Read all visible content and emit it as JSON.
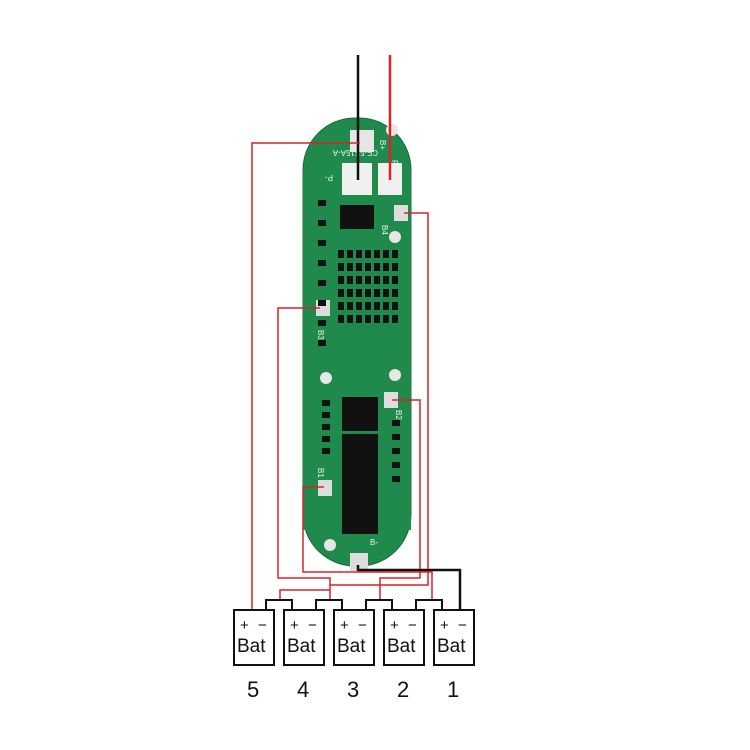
{
  "board": {
    "model": "CF-5S15A-A",
    "pads": {
      "b_plus": "B+",
      "p_minus": "P-",
      "p_plus": "P+",
      "b4": "B4",
      "b3": "B3",
      "b2": "B2",
      "b1": "B1",
      "b_minus": "B-"
    },
    "color": "#1f8a4c"
  },
  "wire_colors": {
    "red": "#d9232a",
    "black": "#111111"
  },
  "batteries": [
    {
      "label": "Bat",
      "plus": "+",
      "minus": "−",
      "number": "5"
    },
    {
      "label": "Bat",
      "plus": "+",
      "minus": "−",
      "number": "4"
    },
    {
      "label": "Bat",
      "plus": "+",
      "minus": "−",
      "number": "3"
    },
    {
      "label": "Bat",
      "plus": "+",
      "minus": "−",
      "number": "2"
    },
    {
      "label": "Bat",
      "plus": "+",
      "minus": "−",
      "number": "1"
    }
  ]
}
